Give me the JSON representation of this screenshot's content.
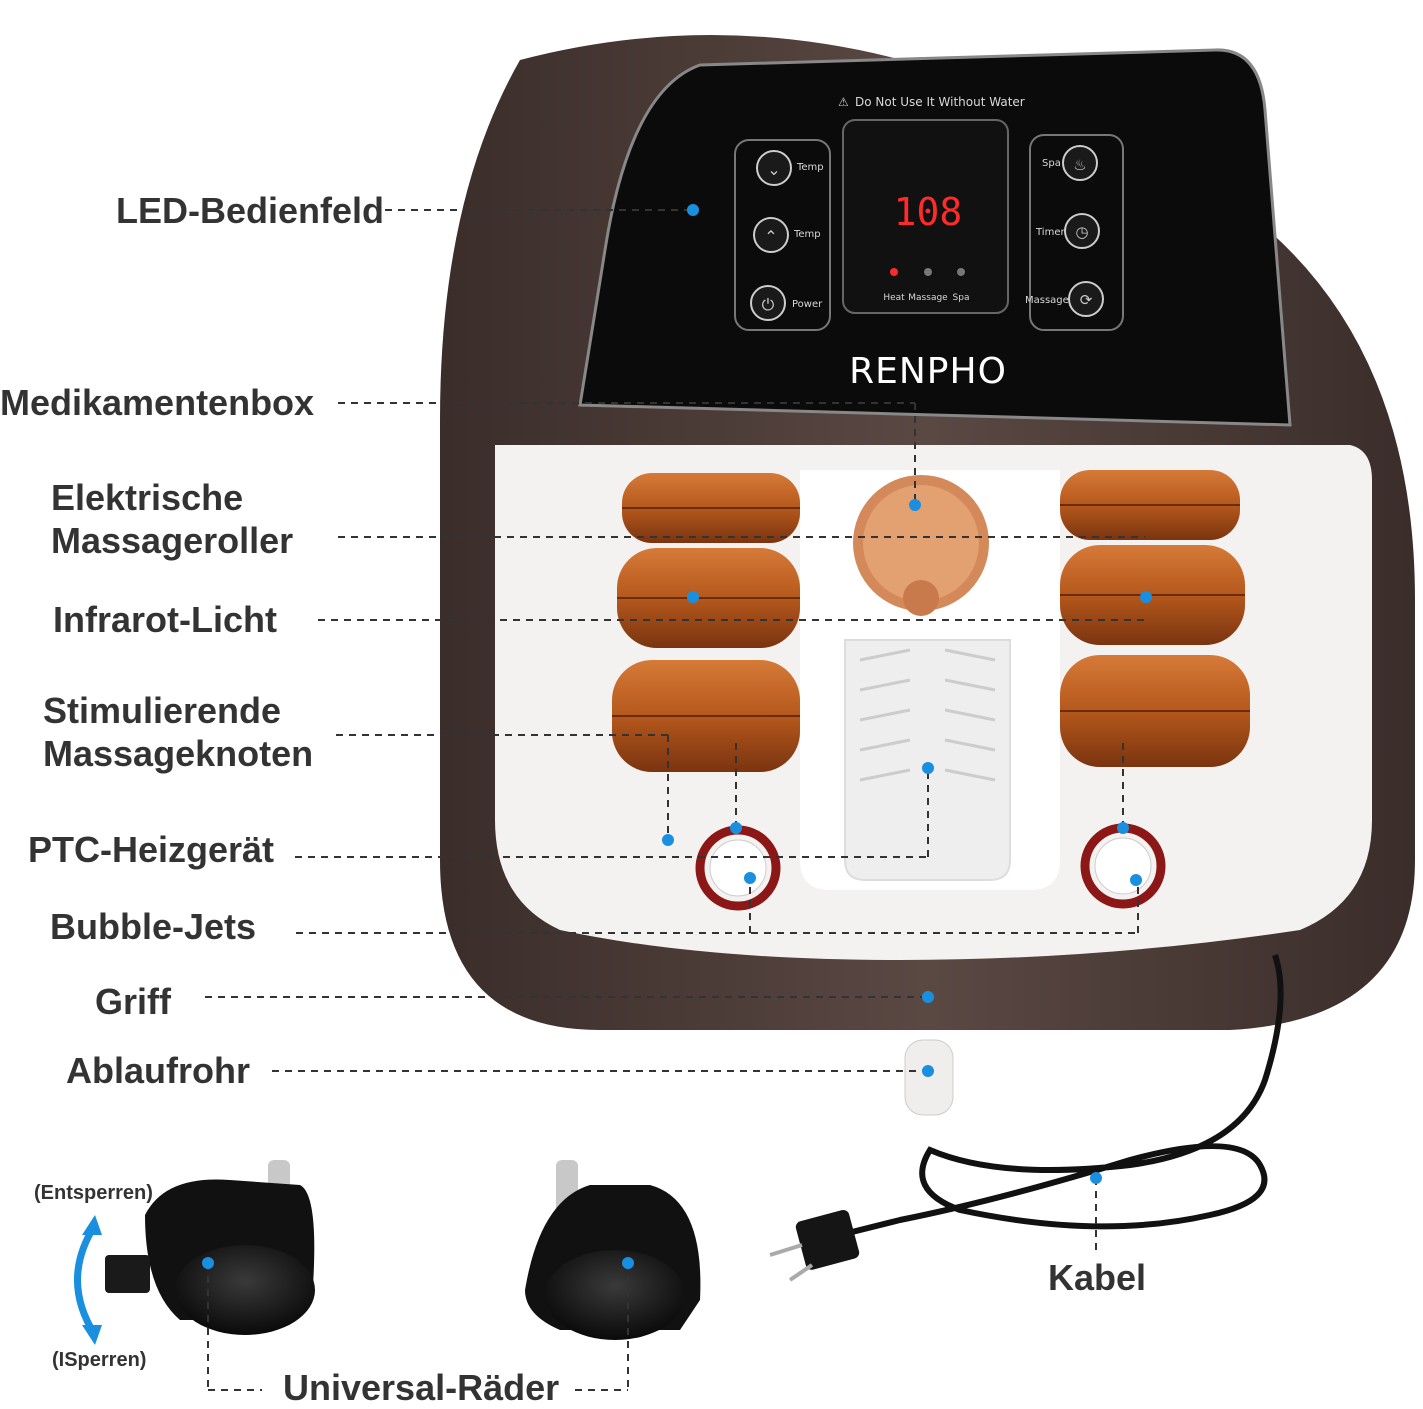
{
  "labels": {
    "led_panel": "LED-Bedienfeld",
    "medicine_box": "Medikamentenbox",
    "rollers_line1": "Elektrische",
    "rollers_line2": "Massageroller",
    "infrared": "Infrarot-Licht",
    "nodes_line1": "Stimulierende",
    "nodes_line2": "Massageknoten",
    "heater": "PTC-Heizgerät",
    "bubble_jets": "Bubble-Jets",
    "handle": "Griff",
    "drain": "Ablaufrohr",
    "cable": "Kabel",
    "wheels": "Universal-Räder",
    "unlock": "(Entsperren)",
    "lock": "(ISperren)"
  },
  "panel": {
    "warning": "Do Not Use It Without Water",
    "display": "108",
    "brand": "RENPHO",
    "left_buttons": [
      "Temp",
      "Temp",
      "Power"
    ],
    "right_buttons": [
      "Spa",
      "Timer",
      "Massage"
    ],
    "indicators": [
      "Heat",
      "Massage",
      "Spa"
    ]
  },
  "colors": {
    "body": "#4a3a36",
    "panel": "#0b0b0b",
    "roller": "#b5581c",
    "marker": "#1a8fe0",
    "display": "#ff2a2a",
    "label": "#333333"
  }
}
